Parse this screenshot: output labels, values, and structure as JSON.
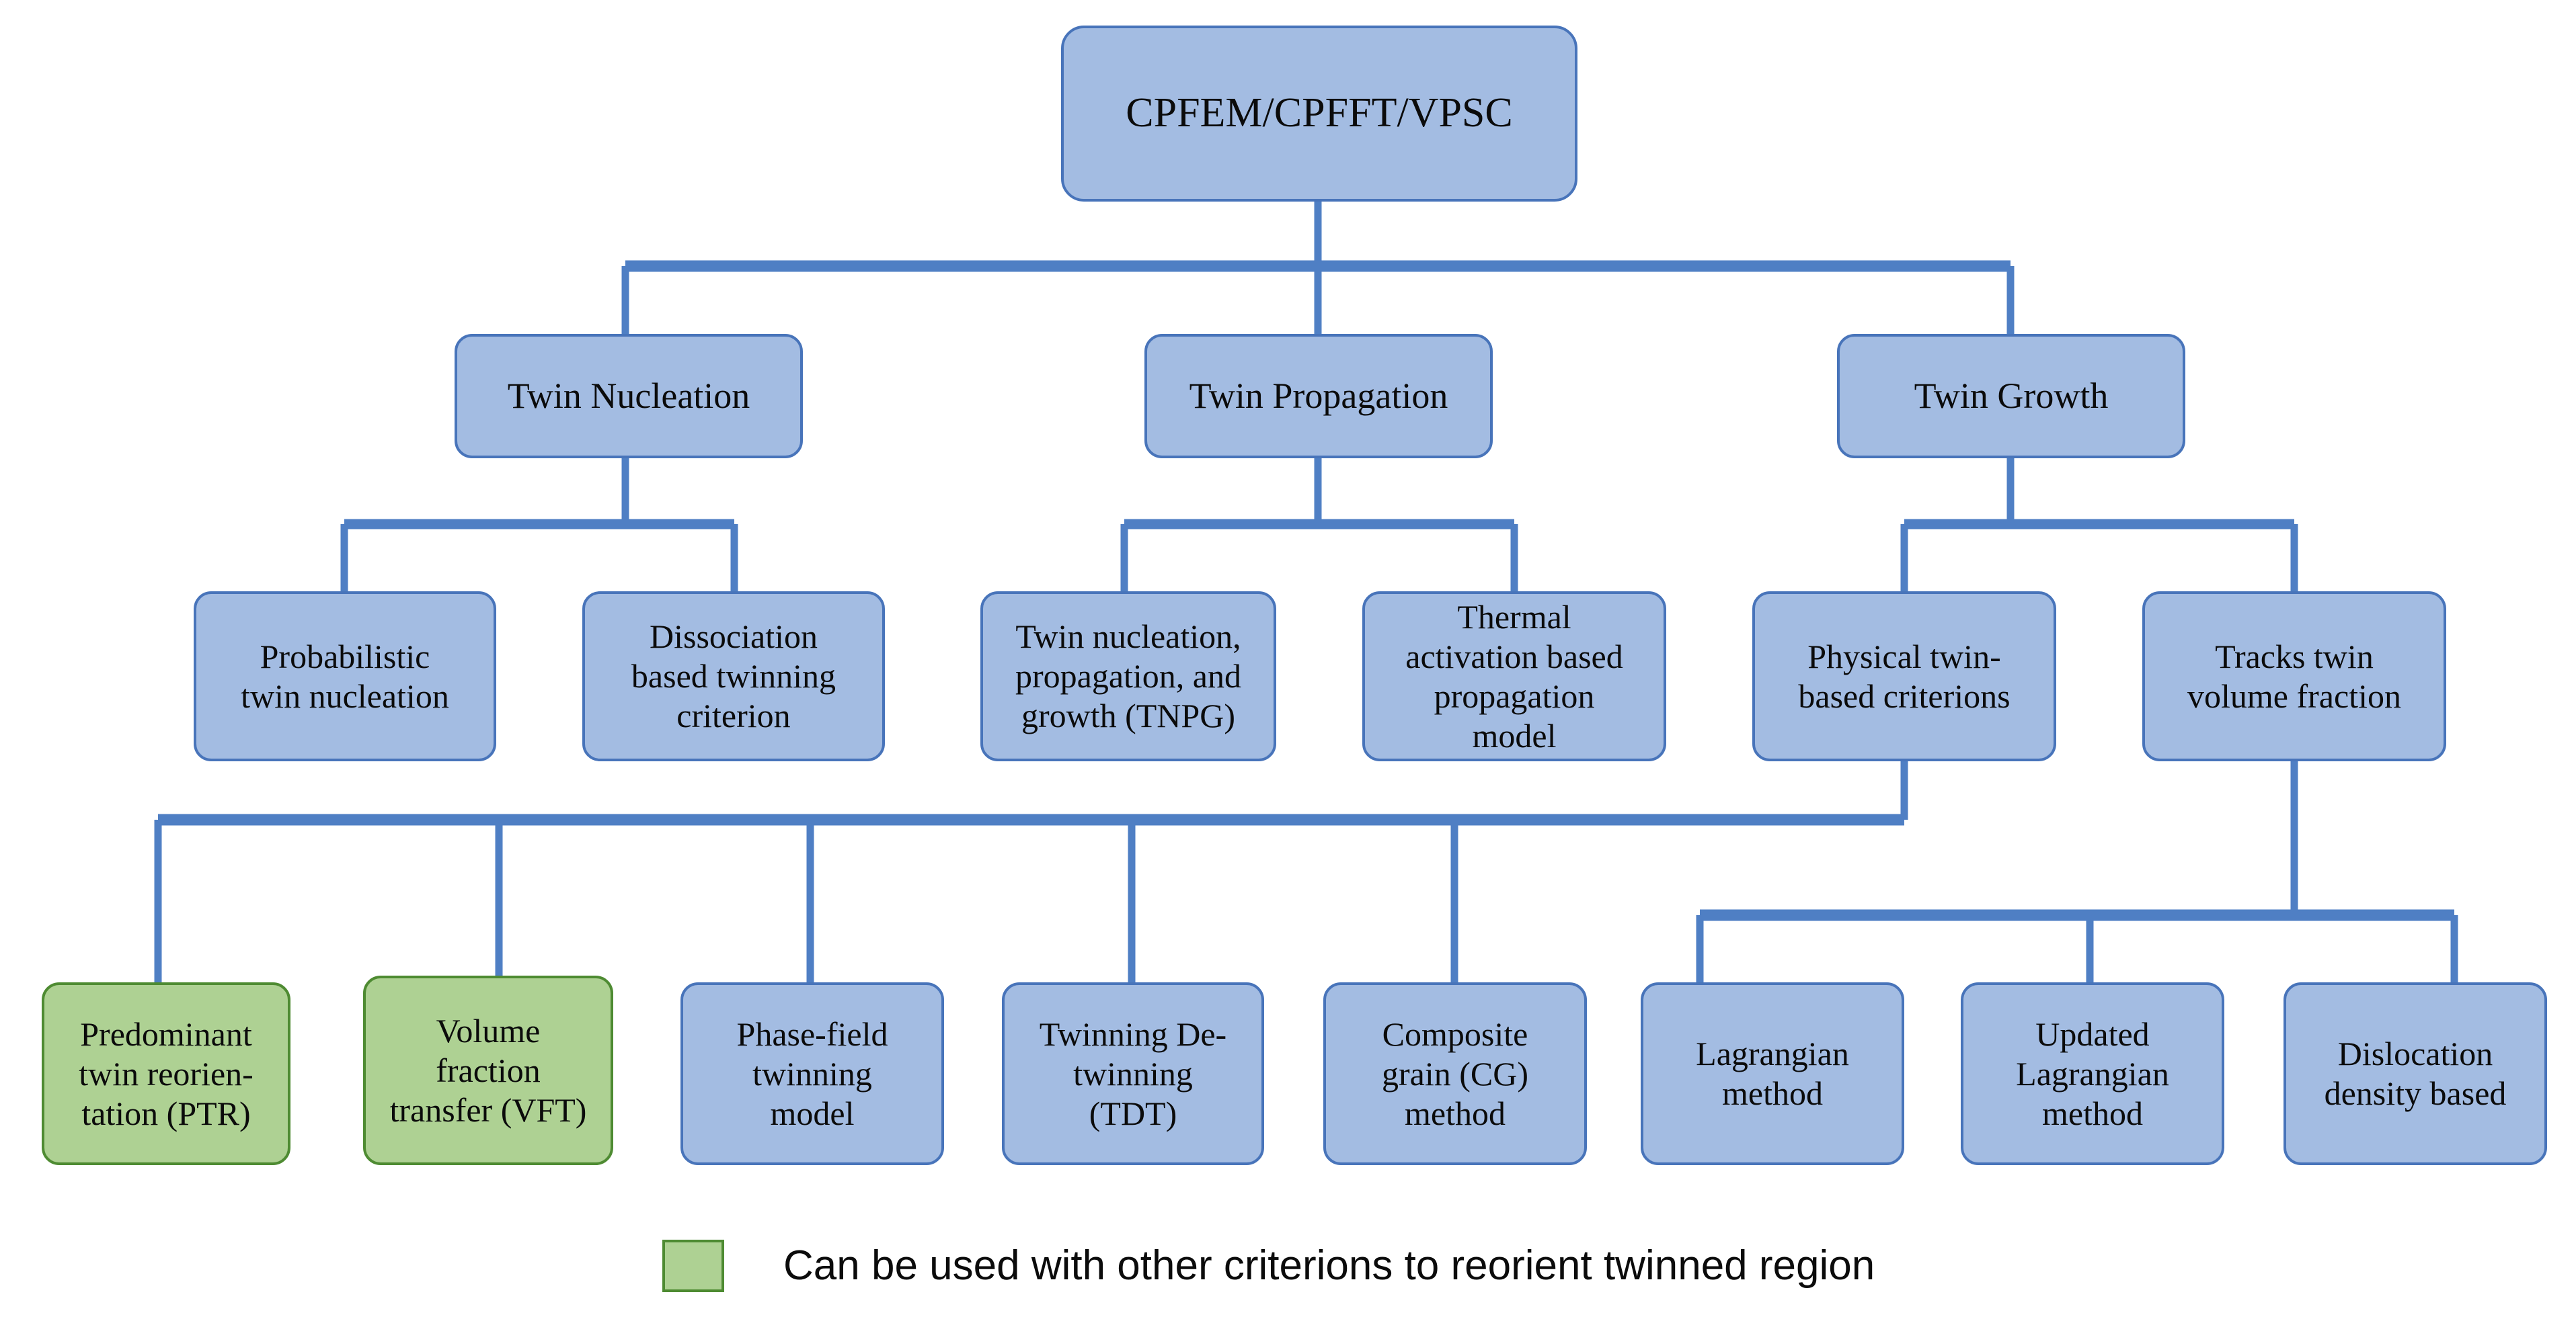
{
  "diagram": {
    "title_node": "CPFEM/CPFFT/VPSC",
    "colors": {
      "blue_fill": "#A3BCE2",
      "blue_border": "#4874BA",
      "green_fill": "#AED193",
      "green_border": "#4E8B32",
      "connector": "#4F7FC4",
      "text": "#0B0B0B",
      "background": "#FFFFFF"
    },
    "nodes": {
      "root": {
        "label": "CPFEM/CPFFT/VPSC",
        "color": "blue"
      },
      "level2": [
        {
          "label": "Twin Nucleation",
          "color": "blue"
        },
        {
          "label": "Twin Propagation",
          "color": "blue"
        },
        {
          "label": "Twin Growth",
          "color": "blue"
        }
      ],
      "level3": [
        {
          "label": "Probabilistic\ntwin nucleation",
          "color": "blue"
        },
        {
          "label": "Dissociation\nbased twinning\ncriterion",
          "color": "blue"
        },
        {
          "label": "Twin nucleation,\npropagation,  and\ngrowth (TNPG)",
          "color": "blue"
        },
        {
          "label": "Thermal\nactivation based\npropagation\nmodel",
          "color": "blue"
        },
        {
          "label": "Physical twin-\nbased criterions",
          "color": "blue"
        },
        {
          "label": "Tracks twin\nvolume fraction",
          "color": "blue"
        }
      ],
      "level4": [
        {
          "label": "Predominant\ntwin reorien-\ntation (PTR)",
          "color": "green"
        },
        {
          "label": "Volume\nfraction\ntransfer  (VFT)",
          "color": "green"
        },
        {
          "label": "Phase-field\ntwinning\nmodel",
          "color": "blue"
        },
        {
          "label": "Twinning De-\ntwinning\n(TDT)",
          "color": "blue"
        },
        {
          "label": "Composite\ngrain (CG)\nmethod",
          "color": "blue"
        },
        {
          "label": "Lagrangian\nmethod",
          "color": "blue"
        },
        {
          "label": "Updated\nLagrangian\nmethod",
          "color": "blue"
        },
        {
          "label": "Dislocation\ndensity based",
          "color": "blue"
        }
      ]
    },
    "legend": {
      "swatch_color": "#AED193",
      "text": "Can be used with other criterions to reorient twinned region"
    }
  }
}
